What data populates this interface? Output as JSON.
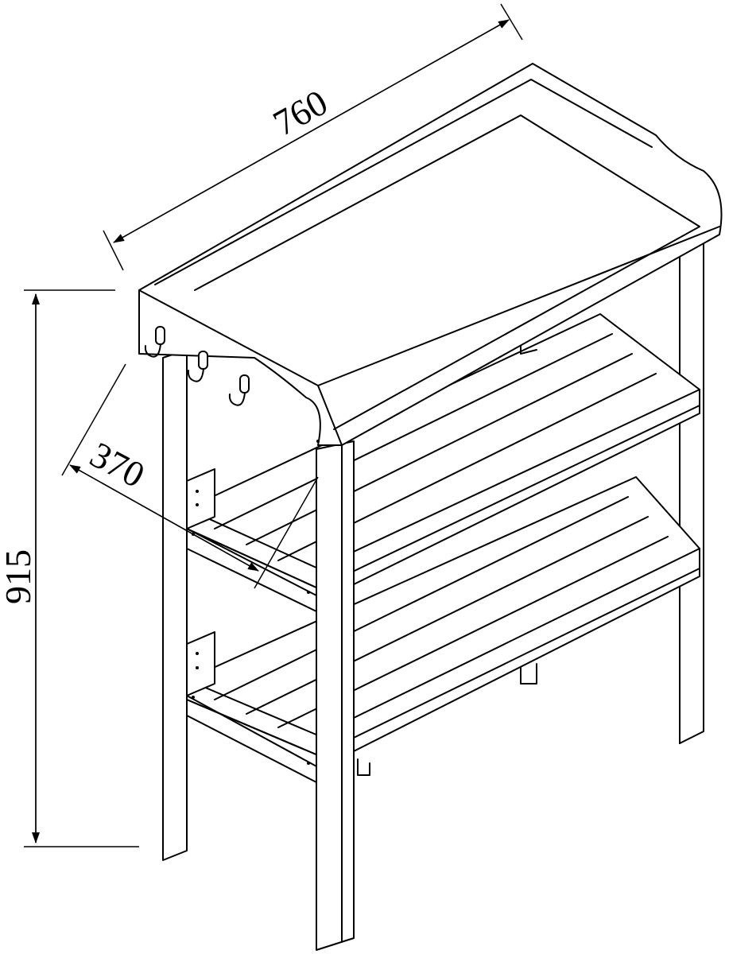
{
  "diagram": {
    "subject": "potting bench with two slatted shelves and three hooks",
    "line_color": "#000000",
    "background": "#ffffff",
    "dimensions": {
      "width": {
        "label": "760",
        "unit": "mm",
        "orientation": "diagonal-top"
      },
      "depth": {
        "label": "370",
        "unit": "mm",
        "orientation": "diagonal-left"
      },
      "height": {
        "label": "915",
        "unit": "mm",
        "orientation": "vertical-left"
      }
    },
    "parts": {
      "hooks": 3,
      "shelves": 2,
      "legs": 4
    }
  }
}
